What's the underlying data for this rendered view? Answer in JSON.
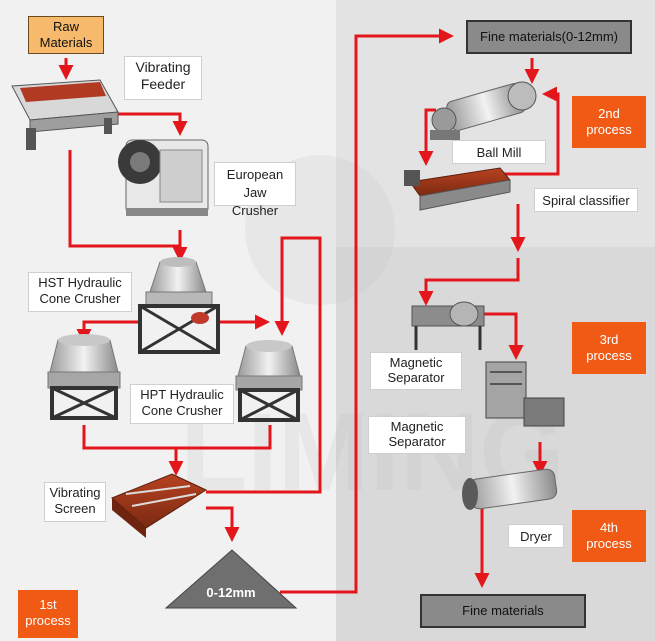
{
  "raw_materials": "Raw\nMaterials",
  "labels": {
    "vibrating_feeder": "Vibrating\nFeeder",
    "jaw_crusher": "European\nJaw Crusher",
    "hst_cone": "HST Hydraulic\nCone Crusher",
    "hpt_cone": "HPT Hydraulic\nCone Crusher",
    "vibrating_screen": "Vibrating\nScreen",
    "fine_materials_top": "Fine materials(0-12mm)",
    "ball_mill": "Ball Mill",
    "spiral_classifier": "Spiral classifier",
    "magnetic_separator_1": "Magnetic\nSeparator",
    "magnetic_separator_2": "Magnetic\nSeparator",
    "dryer": "Dryer",
    "fine_materials_bottom": "Fine materials",
    "pile": "0-12mm"
  },
  "processes": {
    "first": "1st\nprocess",
    "second": "2nd\nprocess",
    "third": "3rd\nprocess",
    "fourth": "4th\nprocess"
  },
  "watermark": "LIMING",
  "colors": {
    "arrow": "#e3171b",
    "process_box": "#f05a14",
    "raw_box": "#f7b96b",
    "dark_box": "#8a8a8a"
  }
}
